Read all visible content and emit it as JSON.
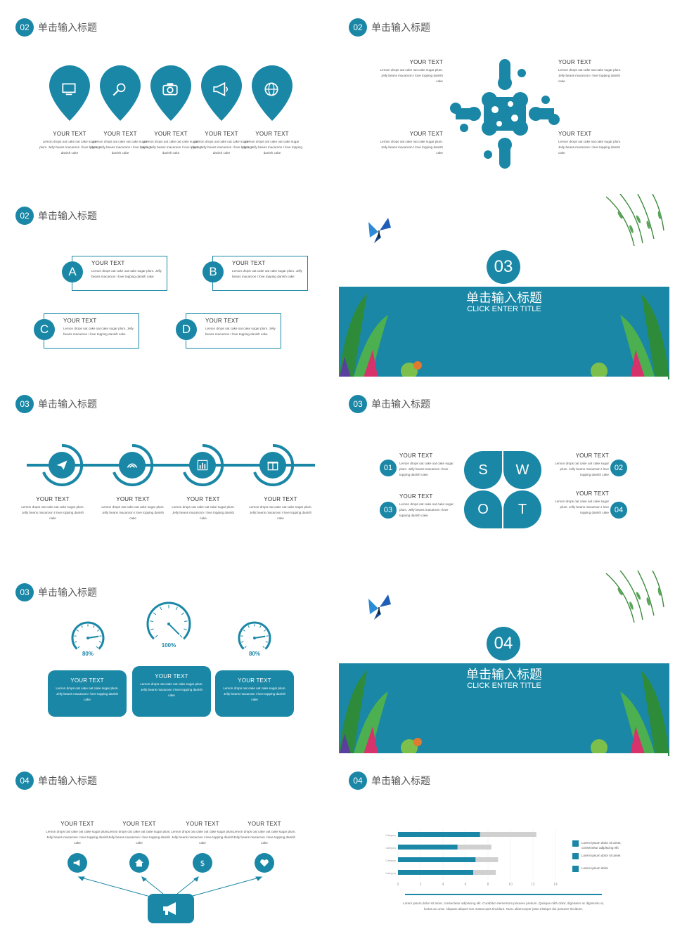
{
  "accent": "#1a87a6",
  "common": {
    "your_text": "YOUR TEXT",
    "lorem_short": "Lemon drops oat cake oat cake sugar plum. Jelly beans macaroon I love topping danish cake",
    "lorem_bold": "Lemon drops oat cake oat cake sugar plum. Jelly beans macaroon I love topping danish cake"
  },
  "slides": {
    "s1": {
      "num": "02",
      "title": "单击输入标题",
      "icons": [
        "monitor-icon",
        "search-icon",
        "camera-icon",
        "megaphone-icon",
        "globe-icon"
      ]
    },
    "s2": {
      "num": "02",
      "title": "单击输入标题"
    },
    "s3": {
      "num": "02",
      "title": "单击输入标题",
      "letters": [
        "A",
        "B",
        "C",
        "D"
      ]
    },
    "s4": {
      "num": "03",
      "title": "单击输入标题",
      "subtitle": "CLICK ENTER TITLE"
    },
    "s5": {
      "num": "03",
      "title": "单击输入标题",
      "icons": [
        "paper-plane-icon",
        "wifi-icon",
        "bar-chart-icon",
        "gift-icon"
      ]
    },
    "s6": {
      "num": "03",
      "title": "单击输入标题",
      "swot": [
        "S",
        "W",
        "O",
        "T"
      ],
      "nums": [
        "01",
        "02",
        "03",
        "04"
      ]
    },
    "s7": {
      "num": "03",
      "title": "单击输入标题",
      "gauges": [
        "80%",
        "100%",
        "80%"
      ],
      "gauge_levels": [
        0.8,
        1.0,
        0.8
      ]
    },
    "s8": {
      "num": "04",
      "title": "单击输入标题",
      "subtitle": "CLICK ENTER TITLE"
    },
    "s9": {
      "num": "04",
      "title": "单击输入标题",
      "icons": [
        "bullhorn-icon",
        "home-icon",
        "dollar-icon",
        "heart-icon"
      ]
    },
    "s10": {
      "num": "04",
      "title": "单击输入标题",
      "legend": [
        "Lorem ipsum dolor sit amet, consectetur adipiscing elit",
        "Lorem ipsum dolor sit amet",
        "Lorem ipsum dolor"
      ],
      "footer": "Lorem ipsum dolor sit amet, consectetur adipiscing elit. Curabitur elementum posuere pretium. Quisque nibh dolor, dignissim ac dignissim ut, luctus ac urna. Aliquam aliquet non massa quis tincidunt. Nunc ullamcorper justo tristique dui posuere tincidunt."
    }
  },
  "chart_data": {
    "type": "bar",
    "orientation": "horizontal",
    "stacked": true,
    "categories": [
      "Category",
      "Category",
      "Category",
      "Category"
    ],
    "series": [
      {
        "values": [
          7.3,
          5.3,
          6.9,
          6.7
        ]
      },
      {
        "values": [
          5.0,
          3.0,
          2.0,
          2.0
        ]
      }
    ],
    "xticks": [
      0,
      2,
      4,
      6,
      8,
      10,
      12,
      14
    ],
    "xlim": [
      0,
      14
    ],
    "colors": [
      "#1a87a6",
      "#d0d0d0"
    ]
  }
}
